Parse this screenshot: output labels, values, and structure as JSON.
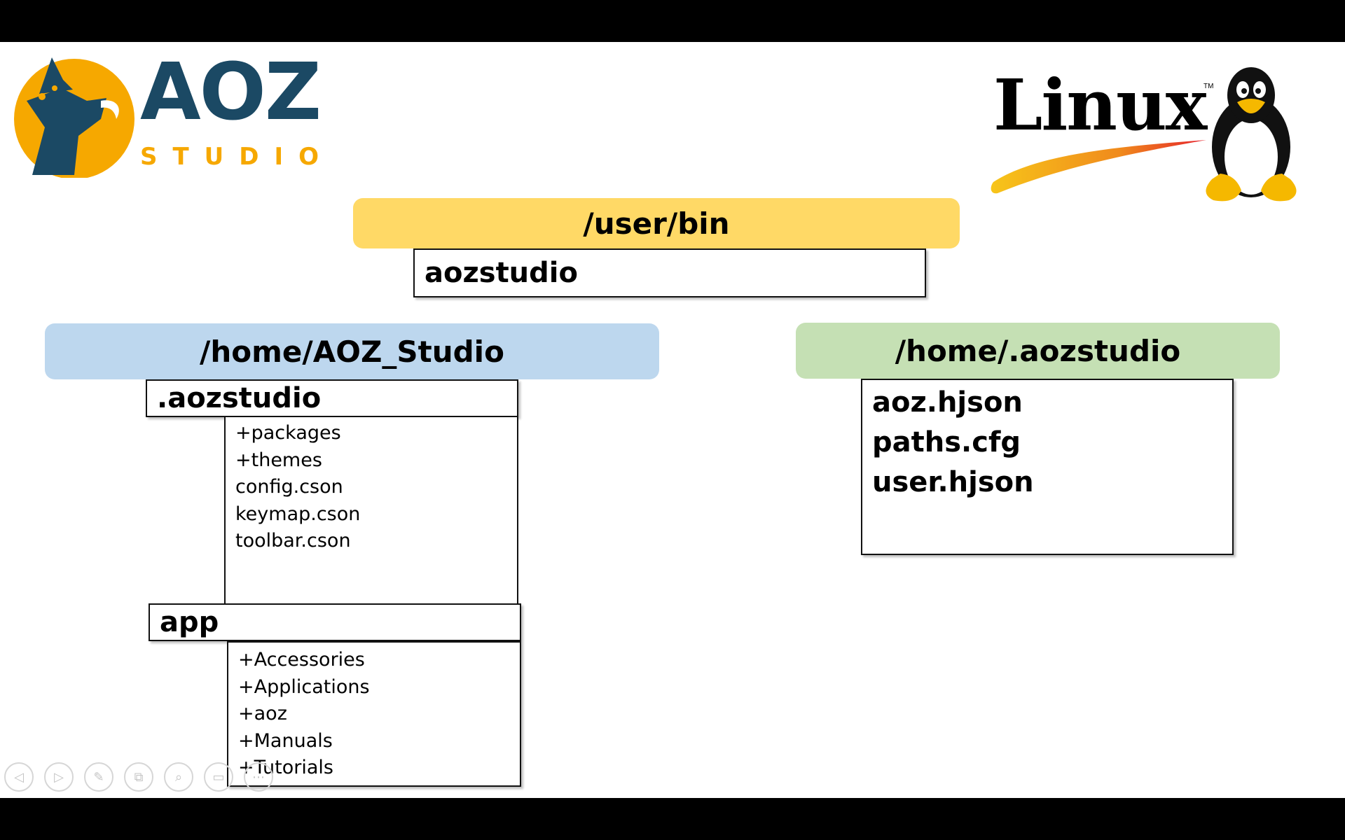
{
  "logos": {
    "aoz": {
      "name": "AOZ",
      "tagline": "STUDIO"
    },
    "linux": {
      "name": "Linux",
      "trademark": "TM"
    }
  },
  "user_bin": {
    "header": "/user/bin",
    "item": "aozstudio"
  },
  "home_aoz": {
    "header": "/home/AOZ_Studio",
    "aozstudio_folder": {
      "label": ".aozstudio",
      "items": [
        "+packages",
        "+themes",
        "config.cson",
        "keymap.cson",
        "toolbar.cson"
      ]
    },
    "app_folder": {
      "label": "app",
      "items": [
        "+Accessories",
        "+Applications",
        "+aoz",
        "+Manuals",
        "+Tutorials"
      ]
    }
  },
  "home_dot": {
    "header": "/home/.aozstudio",
    "items": [
      "aoz.hjson",
      "paths.cfg",
      "user.hjson"
    ]
  },
  "toolbar": {
    "buttons": [
      {
        "name": "previous-button",
        "icon": "◁"
      },
      {
        "name": "next-button",
        "icon": "▷"
      },
      {
        "name": "pen-button",
        "icon": "✎"
      },
      {
        "name": "see-all-slides-button",
        "icon": "⧉"
      },
      {
        "name": "zoom-button",
        "icon": "⌕"
      },
      {
        "name": "subtitles-button",
        "icon": "▭"
      },
      {
        "name": "more-options-button",
        "icon": "⋯"
      }
    ]
  },
  "colors": {
    "user_bin_header": "#ffd966",
    "home_aoz_header": "#bdd7ee",
    "home_dot_header": "#c5e0b4",
    "aoz_orange": "#f6a800",
    "aoz_navy": "#1b4964"
  }
}
